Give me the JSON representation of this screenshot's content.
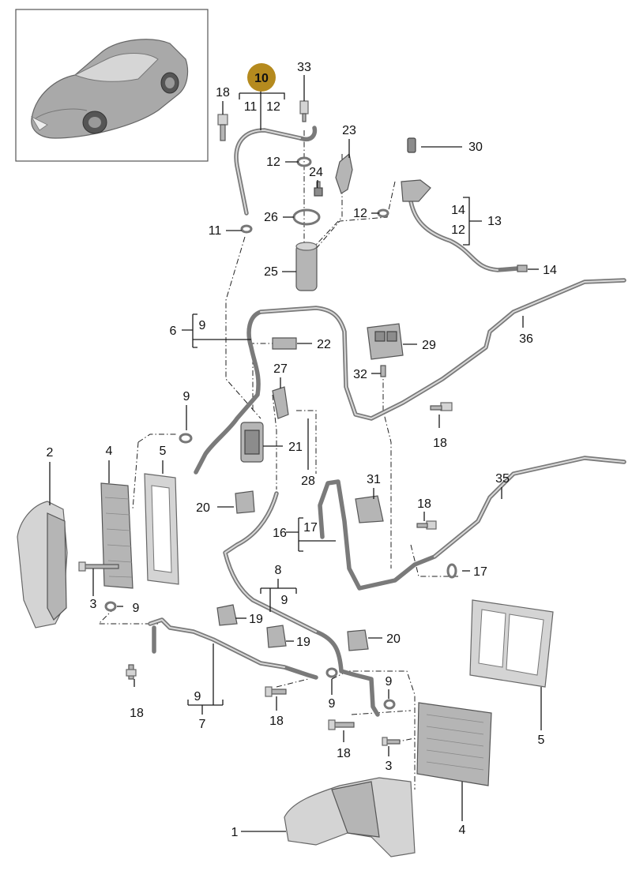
{
  "diagram": {
    "highlight_callout": {
      "label": "10",
      "color": "#b58a1e"
    },
    "callouts": [
      {
        "id": "c33",
        "text": "33"
      },
      {
        "id": "c18a",
        "text": "18"
      },
      {
        "id": "c11a",
        "text": "11"
      },
      {
        "id": "c12a",
        "text": "12"
      },
      {
        "id": "c12b",
        "text": "12"
      },
      {
        "id": "c23",
        "text": "23"
      },
      {
        "id": "c24",
        "text": "24"
      },
      {
        "id": "c30",
        "text": "30"
      },
      {
        "id": "c26",
        "text": "26"
      },
      {
        "id": "c12c",
        "text": "12"
      },
      {
        "id": "c14a",
        "text": "14"
      },
      {
        "id": "c13",
        "text": "13"
      },
      {
        "id": "c12d",
        "text": "12"
      },
      {
        "id": "c11b",
        "text": "11"
      },
      {
        "id": "c25",
        "text": "25"
      },
      {
        "id": "c14b",
        "text": "14"
      },
      {
        "id": "c6",
        "text": "6"
      },
      {
        "id": "c9a",
        "text": "9"
      },
      {
        "id": "c22",
        "text": "22"
      },
      {
        "id": "c29",
        "text": "29"
      },
      {
        "id": "c36",
        "text": "36"
      },
      {
        "id": "c27",
        "text": "27"
      },
      {
        "id": "c32",
        "text": "32"
      },
      {
        "id": "c9b",
        "text": "9"
      },
      {
        "id": "c18b",
        "text": "18"
      },
      {
        "id": "c2",
        "text": "2"
      },
      {
        "id": "c4a",
        "text": "4"
      },
      {
        "id": "c5a",
        "text": "5"
      },
      {
        "id": "c21",
        "text": "21"
      },
      {
        "id": "c28",
        "text": "28"
      },
      {
        "id": "c35",
        "text": "35"
      },
      {
        "id": "c31",
        "text": "31"
      },
      {
        "id": "c20a",
        "text": "20"
      },
      {
        "id": "c18c",
        "text": "18"
      },
      {
        "id": "c16",
        "text": "16"
      },
      {
        "id": "c17a",
        "text": "17"
      },
      {
        "id": "c17b",
        "text": "17"
      },
      {
        "id": "c8",
        "text": "8"
      },
      {
        "id": "c9c",
        "text": "9"
      },
      {
        "id": "c3a",
        "text": "3"
      },
      {
        "id": "c9d",
        "text": "9"
      },
      {
        "id": "c19a",
        "text": "19"
      },
      {
        "id": "c19b",
        "text": "19"
      },
      {
        "id": "c20b",
        "text": "20"
      },
      {
        "id": "c9e",
        "text": "9"
      },
      {
        "id": "c9f",
        "text": "9"
      },
      {
        "id": "c9g",
        "text": "9"
      },
      {
        "id": "c7",
        "text": "7"
      },
      {
        "id": "c18d",
        "text": "18"
      },
      {
        "id": "c18e",
        "text": "18"
      },
      {
        "id": "c18f",
        "text": "18"
      },
      {
        "id": "c3b",
        "text": "3"
      },
      {
        "id": "c5b",
        "text": "5"
      },
      {
        "id": "c1",
        "text": "1"
      },
      {
        "id": "c4b",
        "text": "4"
      }
    ]
  }
}
